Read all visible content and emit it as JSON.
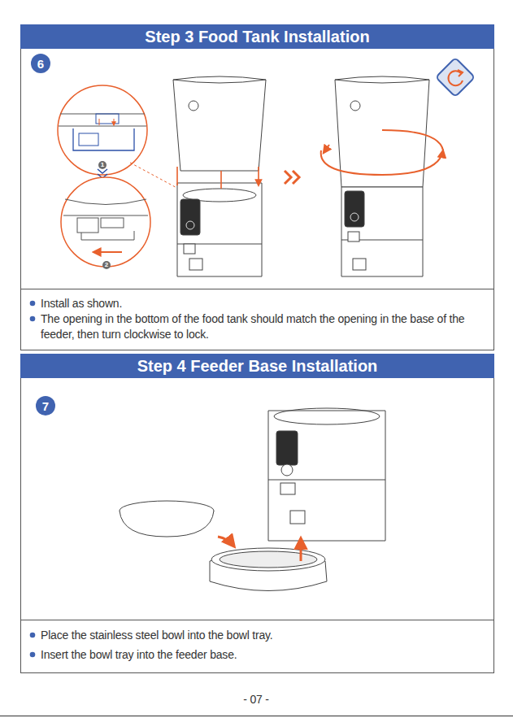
{
  "diagram": {
    "nodes": [
      {
        "text": [
          "Step 3 Food Tank Installation"
        ]
      },
      {
        "text": [
          "6"
        ]
      },
      {
        "text": [
          "1"
        ]
      },
      {
        "text": [
          "2"
        ]
      },
      {
        "text": [
          "Step 4 Feeder Base Installation"
        ]
      },
      {
        "text": [
          "7"
        ]
      }
    ],
    "labels": [
      "Install as shown.",
      "The opening in the bottom of the food tank should match the opening in the base of the feeder, then turn clockwise to lock.",
      "Place the stainless steel bowl into the bowl tray.",
      "Insert the bowl tray into the feeder base.",
      "- 07 -"
    ]
  }
}
